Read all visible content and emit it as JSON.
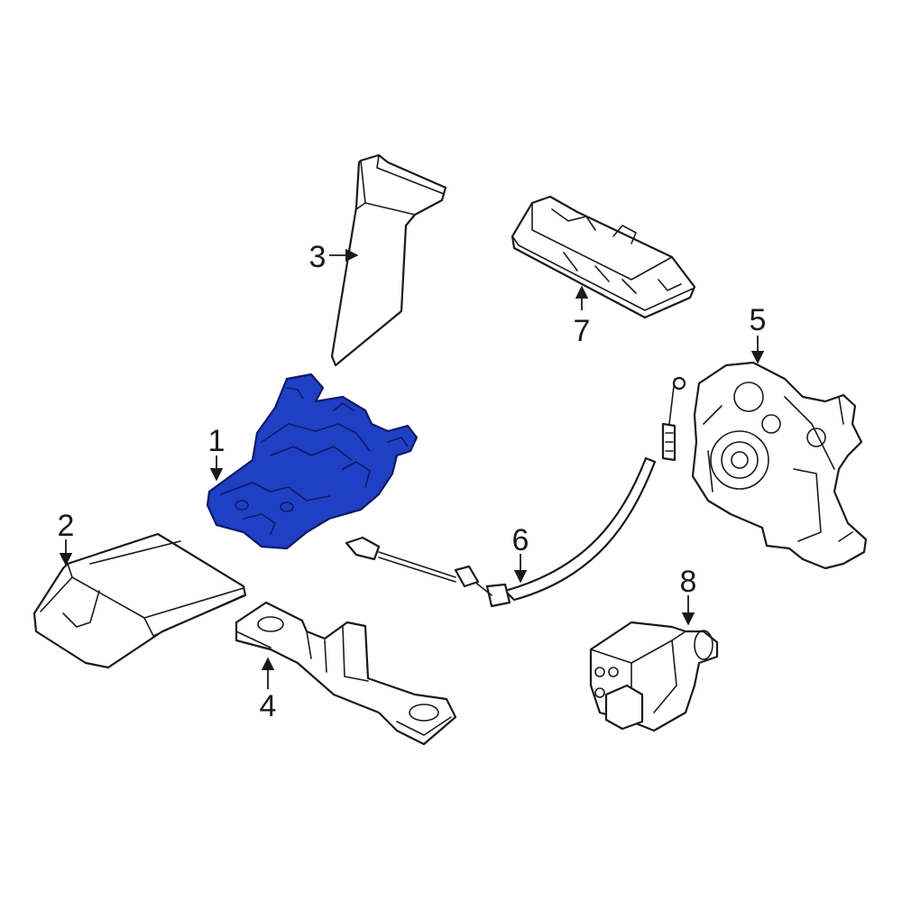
{
  "callouts": {
    "c1": "1",
    "c2": "2",
    "c3": "3",
    "c4": "4",
    "c5": "5",
    "c6": "6",
    "c7": "7",
    "c8": "8"
  },
  "colors": {
    "highlight": "#1f3fc4",
    "line": "#1a1a1a",
    "background": "#ffffff"
  },
  "highlighted_part": "1"
}
